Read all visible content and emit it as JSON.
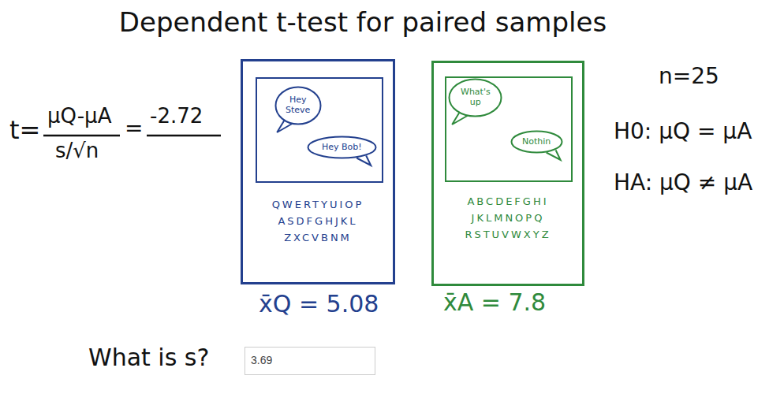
{
  "diagram": {
    "title": "Dependent t-test for paired samples",
    "nodes": [
      {
        "text": [
          "QWERTYUIOP",
          "ASDFGHJKL",
          "ZXCVBNM"
        ]
      },
      {
        "text": [
          "Hey Steve"
        ],
        "in": 0
      },
      {
        "text": [
          "Hey Bob!"
        ],
        "in": 0
      },
      {
        "text": [
          "ABCDEFGHI",
          "JKLMNOPQ",
          "RSTUVWXYZ"
        ]
      },
      {
        "text": [
          "What's up"
        ],
        "in": 3
      },
      {
        "text": [
          "Nothin"
        ],
        "in": 3
      },
      {
        "text": [
          "3.69"
        ]
      }
    ],
    "labels": [
      "t=",
      "μQ-μA",
      "s/√n",
      "=",
      "-2.72",
      "n=25",
      "H0: μQ = μA",
      "HA: μQ ≠ μA",
      "x̄Q = 5.08",
      "x̄A = 7.8",
      "What is s?"
    ]
  }
}
